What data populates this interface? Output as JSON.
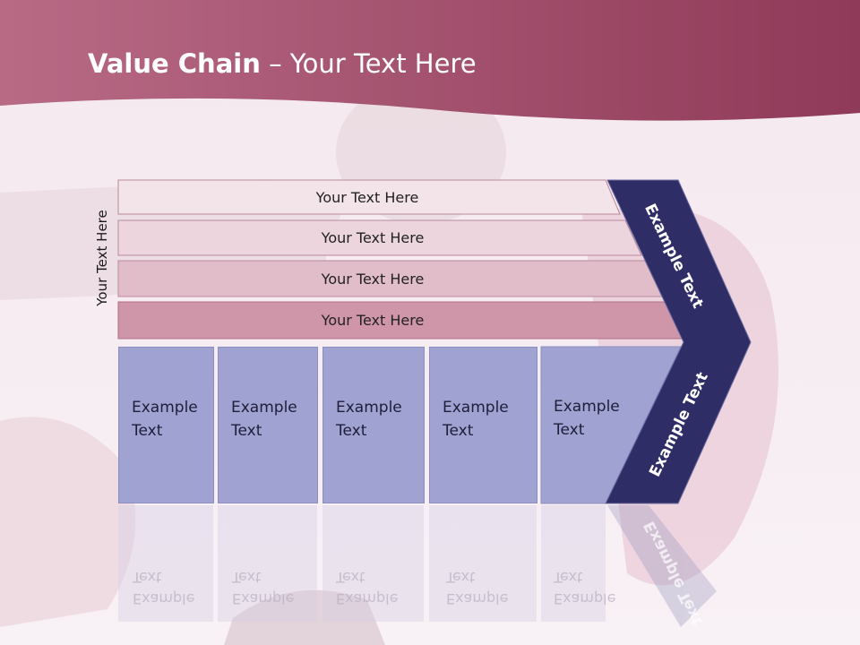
{
  "slide": {
    "title_bold": "Value Chain",
    "title_rest": " – Your Text Here",
    "vertical_label": "Your Text Here",
    "bars": [
      "Your Text Here",
      "Your Text Here",
      "Your Text Here",
      "Your Text Here"
    ],
    "boxes": [
      "Example\nText",
      "Example\nText",
      "Example\nText",
      "Example\nText",
      "Example\nText"
    ],
    "arrow_top_label": "Example Text",
    "arrow_bottom_label": "Example Text",
    "reflection_text": "Example\nText"
  },
  "colors": {
    "header": "#a24c6a",
    "arrow": "#2f2d66",
    "bar_1": "#f3e4ea",
    "bar_2": "#ecd5dd",
    "bar_3": "#e1bcc9",
    "bar_4": "#cf95a8",
    "box": "#a0a2d2"
  }
}
